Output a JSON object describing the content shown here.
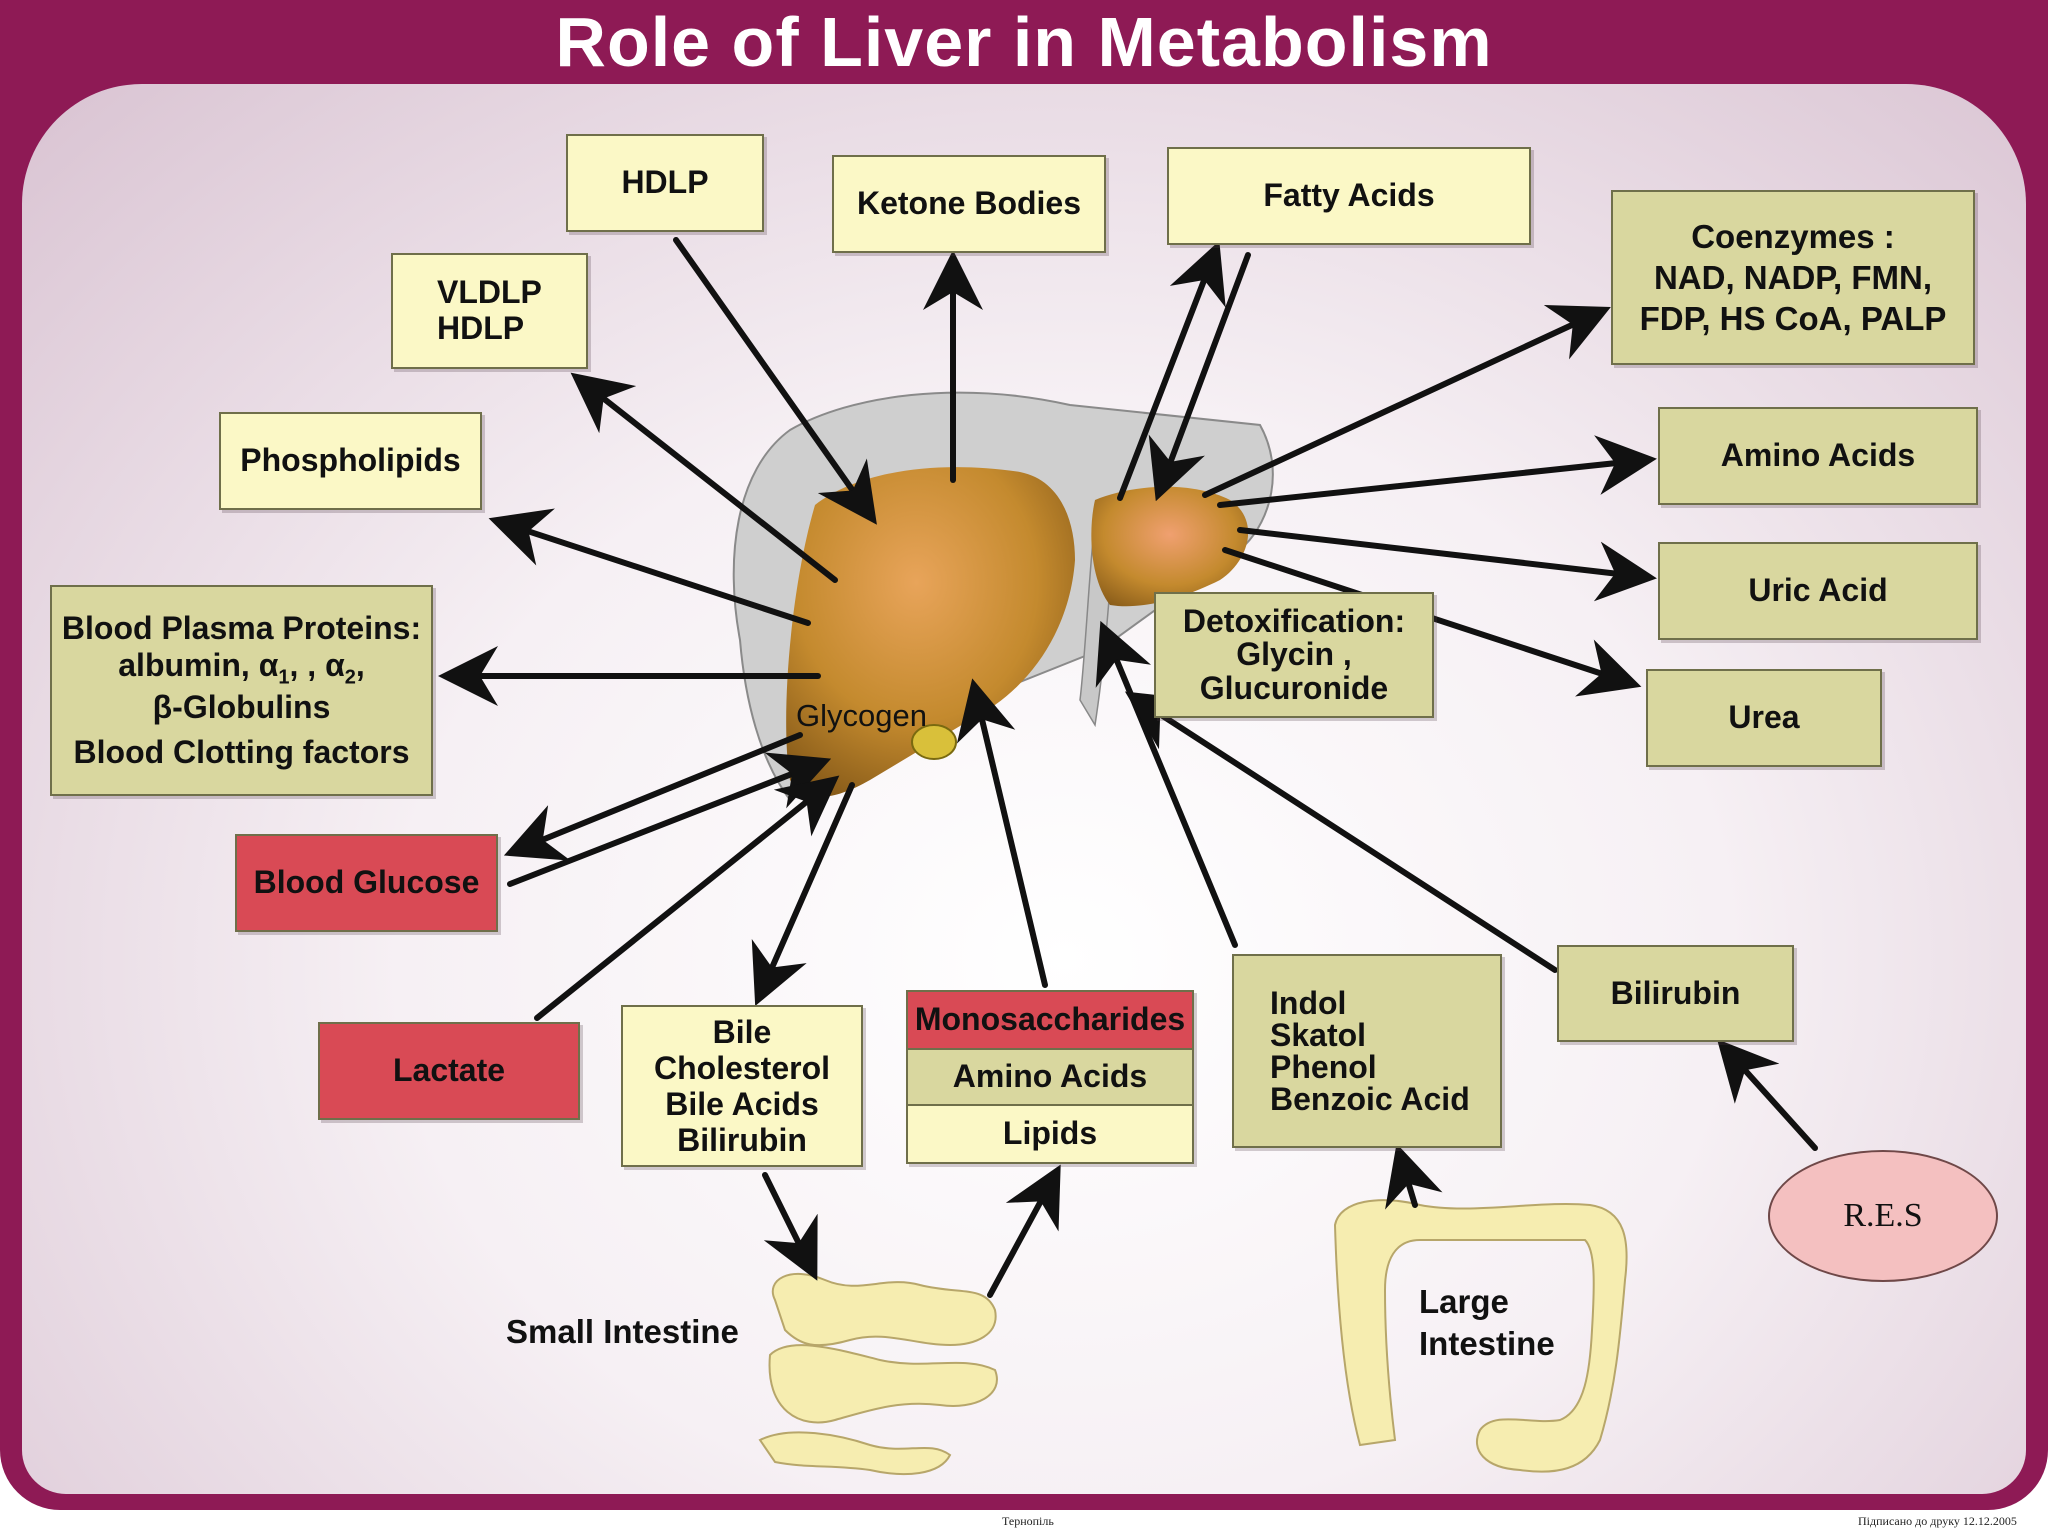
{
  "title": "Role of Liver in Metabolism",
  "liver_label": "Glycogen",
  "boxes": {
    "hdlp": "HDLP",
    "vldlp_1": "VLDLP",
    "vldlp_2": "HDLP",
    "ketone": "Ketone Bodies",
    "fatty": "Fatty Acids",
    "coenz_1": "Coenzymes :",
    "coenz_2": "NAD, NADP, FMN,",
    "coenz_3": "FDP, HS CoA, PALP",
    "phospho": "Phospholipids",
    "amino_out": "Amino Acids",
    "uric": "Uric Acid",
    "urea": "Urea",
    "plasma_1": "Blood Plasma Proteins:",
    "plasma_2a": "albumin, α",
    "plasma_2b": "1",
    "plasma_2c": ", , α",
    "plasma_2d": "2",
    "plasma_2e": ",",
    "plasma_3": "β-Globulins",
    "plasma_4": "Blood Clotting factors",
    "detox_1": "Detoxification:",
    "detox_2": "Glycin ,",
    "detox_3": "Glucuronide",
    "glucose": "Blood Glucose",
    "lactate": "Lactate",
    "bile_1": "Bile",
    "bile_2": "Cholesterol",
    "bile_3": "Bile Acids",
    "bile_4": "Bilirubin",
    "mono": "Monosaccharides",
    "amino_in": "Amino Acids",
    "lipids": "Lipids",
    "indol_1": "Indol",
    "indol_2": "Skatol",
    "indol_3": "Phenol",
    "indol_4": "Benzoic Acid",
    "bilirubin": "Bilirubin"
  },
  "labels": {
    "small_intestine": "Small Intestine",
    "large_intestine_1": "Large",
    "large_intestine_2": "Intestine",
    "res": "R.E.S"
  },
  "footer": {
    "center": "Тернопіль",
    "right": "Підписано до друку 12.12.2005"
  },
  "colors": {
    "frame": "#8e1a55",
    "yellow_box": "#fbf8c6",
    "olive_box": "#d9d79f",
    "red_box": "#d94a55",
    "liver": "#c48a2e"
  }
}
